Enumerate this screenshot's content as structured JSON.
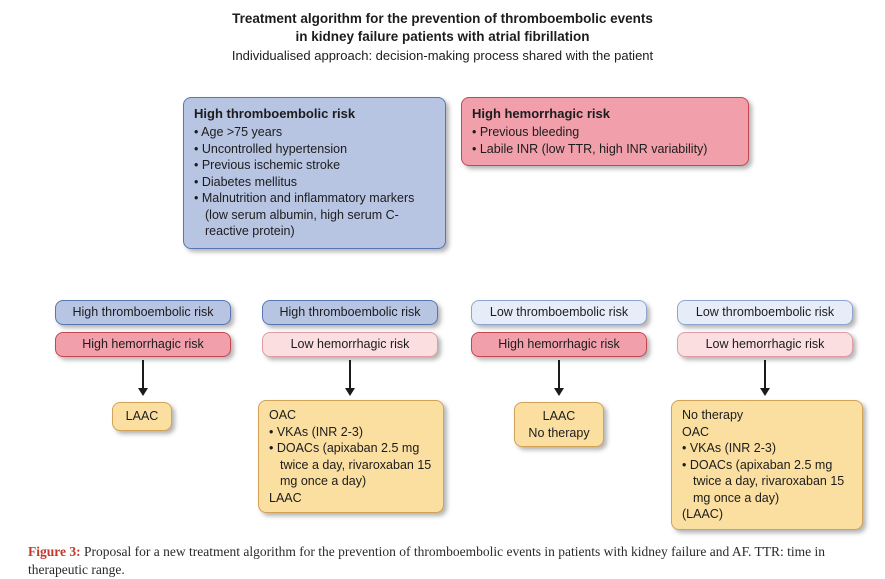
{
  "header": {
    "title_line1": "Treatment algorithm for the prevention of thromboembolic events",
    "title_line2": "in kidney failure patients with atrial fibrillation",
    "subtitle": "Individualised approach: decision-making process shared with the patient"
  },
  "risk_boxes": {
    "thromboembolic": {
      "title": "High thromboembolic risk",
      "items": [
        "• Age >75 years",
        "• Uncontrolled hypertension",
        "• Previous ischemic stroke",
        "• Diabetes mellitus",
        "• Malnutrition and inflammatory markers (low serum albumin, high serum C-reactive protein)"
      ]
    },
    "hemorrhagic": {
      "title": "High hemorrhagic risk",
      "items": [
        "• Previous bleeding",
        "• Labile INR (low TTR, high INR variability)"
      ]
    }
  },
  "columns": [
    {
      "thromboembolic_label": "High thromboembolic risk",
      "hemorrhagic_label": "High hemorrhagic risk",
      "outcome_lines": [
        "LAAC"
      ]
    },
    {
      "thromboembolic_label": "High thromboembolic risk",
      "hemorrhagic_label": "Low hemorrhagic risk",
      "outcome_lines": [
        "OAC",
        "• VKAs (INR 2-3)",
        "• DOACs (apixaban 2.5 mg twice a day, rivaroxaban 15 mg once a day)",
        "LAAC"
      ]
    },
    {
      "thromboembolic_label": "Low thromboembolic risk",
      "hemorrhagic_label": "High hemorrhagic risk",
      "outcome_lines": [
        "LAAC",
        "No therapy"
      ]
    },
    {
      "thromboembolic_label": "Low thromboembolic risk",
      "hemorrhagic_label": "Low hemorrhagic risk",
      "outcome_lines": [
        "No therapy",
        "OAC",
        "• VKAs (INR 2-3)",
        "• DOACs (apixaban 2.5 mg twice a day, rivaroxaban 15 mg once a day)",
        "(LAAC)"
      ]
    }
  ],
  "caption": {
    "label": "Figure 3:",
    "text": "Proposal for a new treatment algorithm for the prevention of thromboembolic events in patients with kidney failure and AF. TTR: time in therapeutic range."
  },
  "colors": {
    "high_thromboembolic_fill": "#b7c4e2",
    "high_thromboembolic_border": "#5877b2",
    "low_thromboembolic_fill": "#e6edf8",
    "low_thromboembolic_border": "#8fa5cf",
    "high_hemorrhagic_fill": "#f1a0ab",
    "high_hemorrhagic_border": "#c4464f",
    "low_hemorrhagic_fill": "#fadee0",
    "low_hemorrhagic_border": "#df9ca6",
    "outcome_fill": "#fbdfa1",
    "outcome_border": "#d2a257",
    "caption_label_color": "#c0392b"
  }
}
